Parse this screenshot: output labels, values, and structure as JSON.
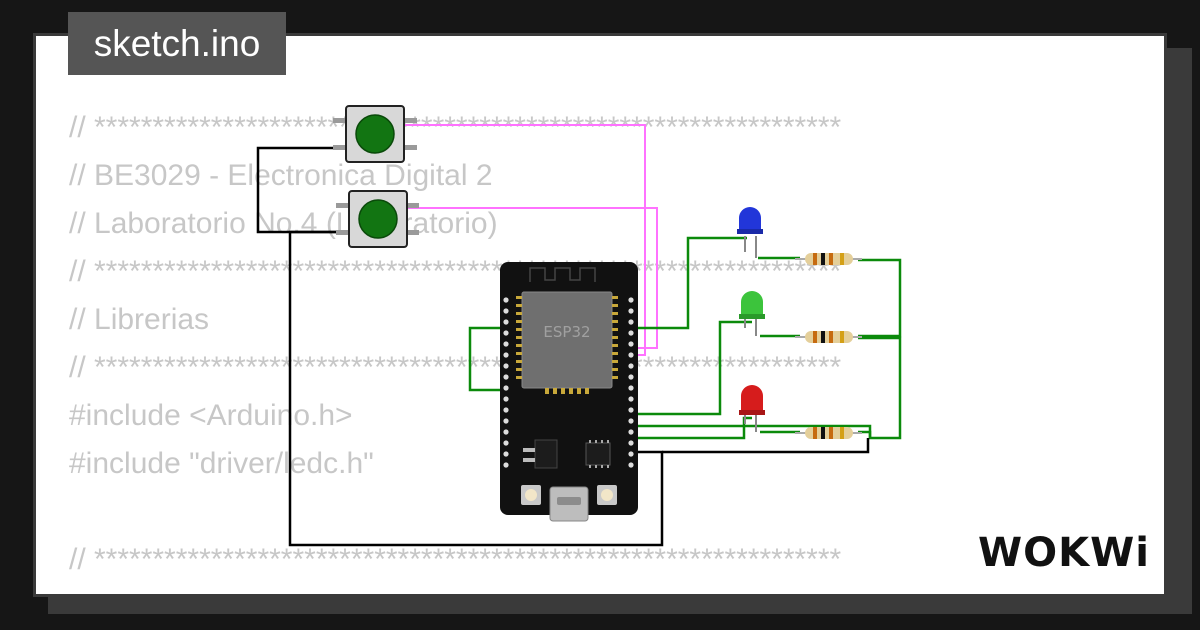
{
  "tab": {
    "title": "sketch.ino"
  },
  "code_lines": [
    "// ****************************************************************",
    "// BE3029 - Electronica Digital 2",
    "// Laboratorio No.4 (Laboratorio)",
    "// ****************************************************************",
    "// Librerias",
    "// ****************************************************************",
    "#include <Arduino.h>",
    "#include \"driver/ledc.h\"",
    "",
    "// ****************************************************************"
  ],
  "circuit": {
    "board_label": "ESP32",
    "led_colors": {
      "blue": "#2236d9",
      "green": "#3cc43c",
      "red": "#d61c1c"
    },
    "wire_colors": {
      "signal": "#ff72ff",
      "gpio": "#0b8a0b",
      "ground": "#000000"
    }
  },
  "brand": {
    "name": "WOKWi"
  }
}
